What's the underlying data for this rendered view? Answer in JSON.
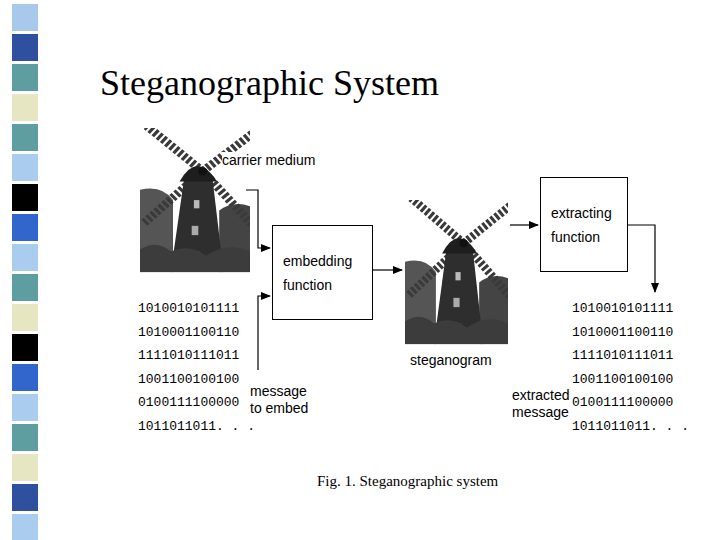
{
  "diagram": {
    "title": "Steganographic System",
    "caption": "Fig. 1. Steganographic system",
    "nodes": [
      {
        "text": [
          "embedding function"
        ]
      },
      {
        "text": [
          "extracting function"
        ]
      }
    ],
    "labels": [
      "carrier medium",
      "1010010101111 1010001100110 1111010111011 1001100100100 0100111100000 1011011011. . .",
      "message to embed",
      "steganogram",
      "extracted message",
      "1010010101111 1010001100110 1111010111011 1001100100100 0100111100000 1011011011. . ."
    ]
  }
}
